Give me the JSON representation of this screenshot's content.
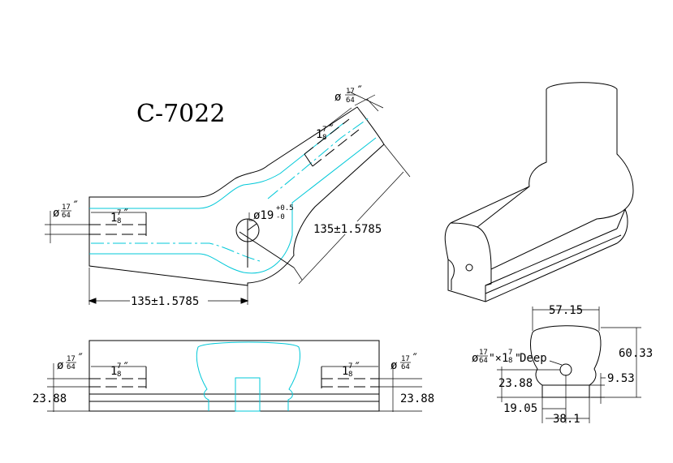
{
  "title": "C-7022",
  "colors": {
    "line": "#000000",
    "centerline": "#00c8d8"
  },
  "top_view": {
    "hole_dia_num": "17",
    "hole_dia_den": "64",
    "hole_len_whole": "1",
    "hole_len_num": "7",
    "hole_len_den": "8",
    "center_hole": "ø19",
    "center_tol_plus": "+0.5",
    "center_tol_minus": "-0",
    "length_horizontal": "135±1.5785",
    "length_angled": "135±1.5785"
  },
  "side_view": {
    "hole_dia_num": "17",
    "hole_dia_den": "64",
    "hole_len_whole": "1",
    "hole_len_num": "7",
    "hole_len_den": "8",
    "height_left": "23.88",
    "height_right": "23.88"
  },
  "profile_view": {
    "width_top": "57.15",
    "height_total": "60.33",
    "hole_depth_label": "Deep",
    "hole_dia_num": "17",
    "hole_dia_den": "64",
    "hole_depth_whole": "1",
    "hole_depth_num": "7",
    "hole_depth_den": "8",
    "hole_height": "23.88",
    "groove_height": "9.53",
    "base_offset": "19.05",
    "base_width": "38.1"
  }
}
